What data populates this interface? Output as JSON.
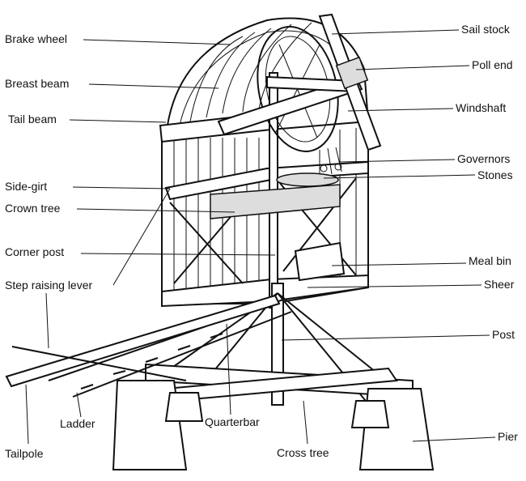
{
  "labels": {
    "brake_wheel": "Brake wheel",
    "breast_beam": "Breast beam",
    "tail_beam": "Tail beam",
    "side_girt": "Side-girt",
    "crown_tree": "Crown tree",
    "corner_post": "Corner post",
    "step_raising_lever": "Step raising lever",
    "ladder": "Ladder",
    "tailpole": "Tailpole",
    "quarterbar": "Quarterbar",
    "cross_tree": "Cross tree",
    "sail_stock": "Sail stock",
    "poll_end": "Poll end",
    "windshaft": "Windshaft",
    "governors": "Governors",
    "stones": "Stones",
    "meal_bin": "Meal bin",
    "sheer": "Sheer",
    "post": "Post",
    "pier": "Pier"
  }
}
